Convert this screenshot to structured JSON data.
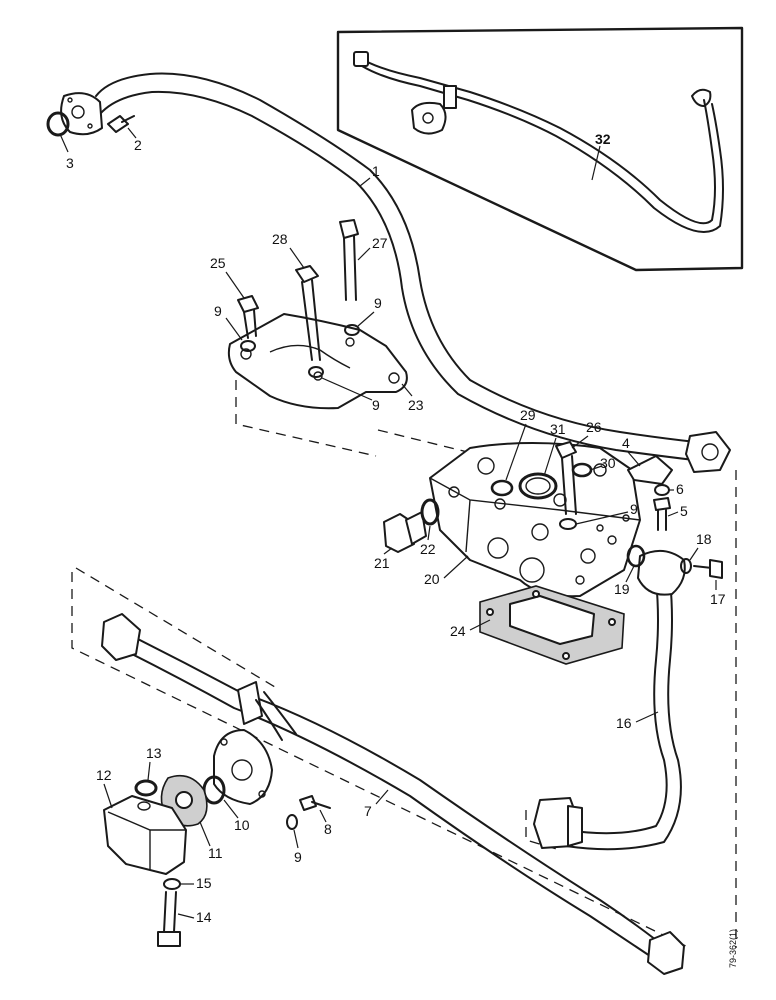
{
  "diagram": {
    "callouts": {
      "p1": "1",
      "p2": "2",
      "p3": "3",
      "p4": "4",
      "p5": "5",
      "p6": "6",
      "p7": "7",
      "p8": "8",
      "p9a": "9",
      "p9b": "9",
      "p9c": "9",
      "p9d": "9",
      "p9e": "9",
      "p10": "10",
      "p11": "11",
      "p12": "12",
      "p13": "13",
      "p14": "14",
      "p15": "15",
      "p16": "16",
      "p17": "17",
      "p18": "18",
      "p19": "19",
      "p20": "20",
      "p21": "21",
      "p22": "22",
      "p23": "23",
      "p24": "24",
      "p25": "25",
      "p26": "26",
      "p27": "27",
      "p28": "28",
      "p29": "29",
      "p30": "30",
      "p31": "31",
      "p32": "32"
    },
    "reference_code": "79-362(1)"
  }
}
